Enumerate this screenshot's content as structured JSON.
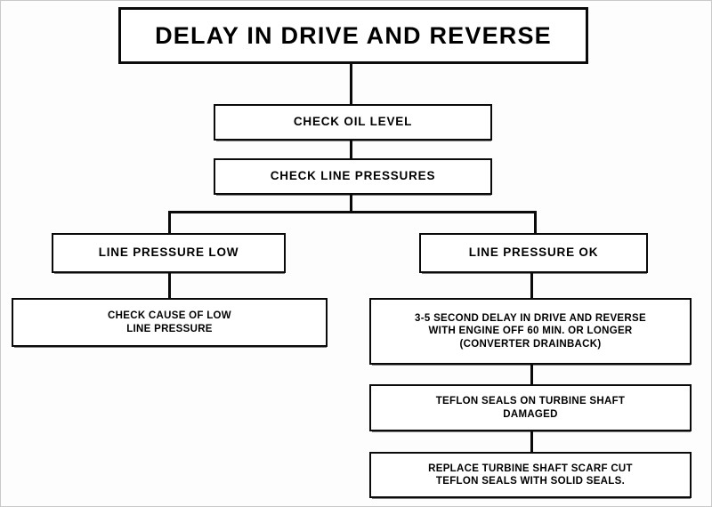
{
  "diagram": {
    "type": "flowchart",
    "orientation": "top-down",
    "line_color": "#0a0a0a",
    "box_fill": "#ffffff",
    "text_color": "#000000",
    "title": "DELAY IN DRIVE AND REVERSE",
    "nodes": {
      "title": {
        "label": "DELAY IN DRIVE AND REVERSE"
      },
      "check_oil": {
        "label": "CHECK OIL LEVEL"
      },
      "check_line_pressures": {
        "label": "CHECK LINE PRESSURES"
      },
      "pressure_low": {
        "label": "LINE PRESSURE LOW"
      },
      "pressure_ok": {
        "label": "LINE PRESSURE OK"
      },
      "check_cause": {
        "line1": "CHECK CAUSE OF LOW",
        "line2": "LINE PRESSURE"
      },
      "delay_symptom": {
        "line1": "3-5 SECOND DELAY IN DRIVE AND REVERSE",
        "line2": "WITH ENGINE OFF 60 MIN. OR LONGER",
        "line3": "(CONVERTER DRAINBACK)"
      },
      "teflon_seals": {
        "line1": "TEFLON SEALS ON TURBINE SHAFT",
        "line2": "DAMAGED"
      },
      "replace_seals": {
        "line1": "REPLACE TURBINE SHAFT SCARF CUT",
        "line2": "TEFLON SEALS WITH SOLID SEALS."
      }
    }
  }
}
